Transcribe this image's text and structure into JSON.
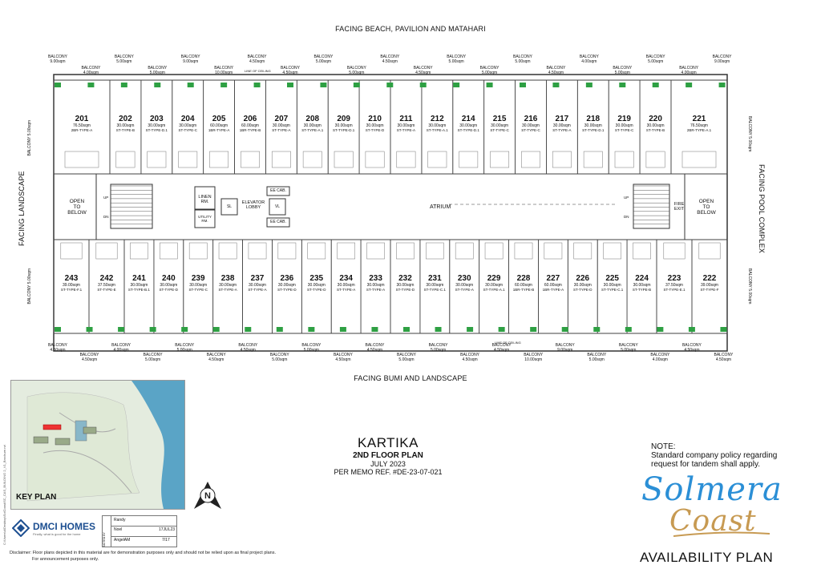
{
  "facing": {
    "top": "FACING BEACH, PAVILION AND MATAHARI",
    "bottom": "FACING BUMI AND LANDSCAPE",
    "left": "FACING LANDSCAPE",
    "right": "FACING POOL COMPLEX"
  },
  "top_units": [
    {
      "no": "201",
      "area": "76.50sqm",
      "type": "2BR-TYPE-A"
    },
    {
      "no": "202",
      "area": "30.00sqm",
      "type": "ST-TYPE-B"
    },
    {
      "no": "203",
      "area": "30.00sqm",
      "type": "ST-TYPE-D.1"
    },
    {
      "no": "204",
      "area": "30.00sqm",
      "type": "ST-TYPE-C"
    },
    {
      "no": "205",
      "area": "60.00sqm",
      "type": "1BR-TYPE-A"
    },
    {
      "no": "206",
      "area": "60.00sqm",
      "type": "1BR-TYPE-B"
    },
    {
      "no": "207",
      "area": "30.00sqm",
      "type": "ST-TYPE-A"
    },
    {
      "no": "208",
      "area": "30.00sqm",
      "type": "ST-TYPE-A.1"
    },
    {
      "no": "209",
      "area": "30.00sqm",
      "type": "ST-TYPE-D.1"
    },
    {
      "no": "210",
      "area": "30.00sqm",
      "type": "ST-TYPE-D"
    },
    {
      "no": "211",
      "area": "30.00sqm",
      "type": "ST-TYPE-A"
    },
    {
      "no": "212",
      "area": "30.00sqm",
      "type": "ST-TYPE-A.1"
    },
    {
      "no": "214",
      "area": "30.00sqm",
      "type": "ST-TYPE-D.1"
    },
    {
      "no": "215",
      "area": "30.00sqm",
      "type": "ST-TYPE-C"
    },
    {
      "no": "216",
      "area": "30.00sqm",
      "type": "ST-TYPE-C"
    },
    {
      "no": "217",
      "area": "30.00sqm",
      "type": "ST-TYPE-A"
    },
    {
      "no": "218",
      "area": "30.00sqm",
      "type": "ST-TYPE-D.1"
    },
    {
      "no": "219",
      "area": "30.00sqm",
      "type": "ST-TYPE-C"
    },
    {
      "no": "220",
      "area": "30.00sqm",
      "type": "ST-TYPE-B"
    },
    {
      "no": "221",
      "area": "76.50sqm",
      "type": "2BR-TYPE-A.1"
    }
  ],
  "bottom_units": [
    {
      "no": "243",
      "area": "39.00sqm",
      "type": "ST-TYPE-F.1"
    },
    {
      "no": "242",
      "area": "37.50sqm",
      "type": "ST-TYPE-E"
    },
    {
      "no": "241",
      "area": "30.00sqm",
      "type": "ST-TYPE-B.1"
    },
    {
      "no": "240",
      "area": "30.00sqm",
      "type": "ST-TYPE-D"
    },
    {
      "no": "239",
      "area": "30.00sqm",
      "type": "ST-TYPE-C"
    },
    {
      "no": "238",
      "area": "30.00sqm",
      "type": "ST-TYPE-A"
    },
    {
      "no": "237",
      "area": "30.00sqm",
      "type": "ST-TYPE-A"
    },
    {
      "no": "236",
      "area": "30.00sqm",
      "type": "ST-TYPE-D"
    },
    {
      "no": "235",
      "area": "30.00sqm",
      "type": "ST-TYPE-D"
    },
    {
      "no": "234",
      "area": "30.00sqm",
      "type": "ST-TYPE-A"
    },
    {
      "no": "233",
      "area": "30.00sqm",
      "type": "ST-TYPE-A"
    },
    {
      "no": "232",
      "area": "30.00sqm",
      "type": "ST-TYPE-D"
    },
    {
      "no": "231",
      "area": "30.00sqm",
      "type": "ST-TYPE-C.1"
    },
    {
      "no": "230",
      "area": "30.00sqm",
      "type": "ST-TYPE-A"
    },
    {
      "no": "229",
      "area": "30.00sqm",
      "type": "ST-TYPE-A.1"
    },
    {
      "no": "228",
      "area": "60.00sqm",
      "type": "1BR-TYPE-B"
    },
    {
      "no": "227",
      "area": "60.00sqm",
      "type": "1BR-TYPE-A"
    },
    {
      "no": "226",
      "area": "30.00sqm",
      "type": "ST-TYPE-D"
    },
    {
      "no": "225",
      "area": "30.00sqm",
      "type": "ST-TYPE-C.1"
    },
    {
      "no": "224",
      "area": "30.00sqm",
      "type": "ST-TYPE-B"
    },
    {
      "no": "223",
      "area": "37.50sqm",
      "type": "ST-TYPE-E.1"
    },
    {
      "no": "222",
      "area": "39.00sqm",
      "type": "ST-TYPE-F"
    }
  ],
  "top_balconies": [
    {
      "label": "BALCONY",
      "area": "9.00sqm"
    },
    {
      "label": "BALCONY",
      "area": "4.00sqm"
    },
    {
      "label": "BALCONY",
      "area": "5.00sqm"
    },
    {
      "label": "BALCONY",
      "area": "5.00sqm"
    },
    {
      "label": "BALCONY",
      "area": "9.00sqm"
    },
    {
      "label": "BALCONY",
      "area": "10.00sqm"
    },
    {
      "label": "BALCONY",
      "area": "4.50sqm"
    },
    {
      "label": "BALCONY",
      "area": "4.50sqm"
    },
    {
      "label": "BALCONY",
      "area": "5.00sqm"
    },
    {
      "label": "BALCONY",
      "area": "5.00sqm"
    },
    {
      "label": "BALCONY",
      "area": "4.50sqm"
    },
    {
      "label": "BALCONY",
      "area": "4.50sqm"
    },
    {
      "label": "BALCONY",
      "area": "5.00sqm"
    },
    {
      "label": "BALCONY",
      "area": "5.00sqm"
    },
    {
      "label": "BALCONY",
      "area": "5.00sqm"
    },
    {
      "label": "BALCONY",
      "area": "4.50sqm"
    },
    {
      "label": "BALCONY",
      "area": "4.00sqm"
    },
    {
      "label": "BALCONY",
      "area": "5.00sqm"
    },
    {
      "label": "BALCONY",
      "area": "5.00sqm"
    },
    {
      "label": "BALCONY",
      "area": "4.00sqm"
    },
    {
      "label": "BALCONY",
      "area": "9.00sqm"
    }
  ],
  "bottom_balconies": [
    {
      "label": "BALCONY",
      "area": "4.50sqm"
    },
    {
      "label": "BALCONY",
      "area": "4.50sqm"
    },
    {
      "label": "BALCONY",
      "area": "4.00sqm"
    },
    {
      "label": "BALCONY",
      "area": "5.00sqm"
    },
    {
      "label": "BALCONY",
      "area": "5.00sqm"
    },
    {
      "label": "BALCONY",
      "area": "4.50sqm"
    },
    {
      "label": "BALCONY",
      "area": "4.50sqm"
    },
    {
      "label": "BALCONY",
      "area": "5.00sqm"
    },
    {
      "label": "BALCONY",
      "area": "5.00sqm"
    },
    {
      "label": "BALCONY",
      "area": "4.50sqm"
    },
    {
      "label": "BALCONY",
      "area": "4.50sqm"
    },
    {
      "label": "BALCONY",
      "area": "5.00sqm"
    },
    {
      "label": "BALCONY",
      "area": "5.00sqm"
    },
    {
      "label": "BALCONY",
      "area": "4.50sqm"
    },
    {
      "label": "BALCONY",
      "area": "4.50sqm"
    },
    {
      "label": "BALCONY",
      "area": "10.00sqm"
    },
    {
      "label": "BALCONY",
      "area": "9.00sqm"
    },
    {
      "label": "BALCONY",
      "area": "5.00sqm"
    },
    {
      "label": "BALCONY",
      "area": "5.00sqm"
    },
    {
      "label": "BALCONY",
      "area": "4.00sqm"
    },
    {
      "label": "BALCONY",
      "area": "4.50sqm"
    },
    {
      "label": "BALCONY",
      "area": "4.50sqm"
    }
  ],
  "side_balconies": {
    "left_top": {
      "label": "BALCONY",
      "area": "5.00sqm"
    },
    "left_bottom": {
      "label": "BALCONY",
      "area": "5.00sqm"
    },
    "right_top": {
      "label": "BALCONY",
      "area": "5.00sqm"
    },
    "right_bottom": {
      "label": "BALCONY",
      "area": "5.00sqm"
    }
  },
  "core": {
    "atrium": "ATRIUM",
    "open_left": [
      "OPEN",
      "TO",
      "BELOW"
    ],
    "open_right": [
      "OPEN",
      "TO",
      "BELOW"
    ],
    "linen": [
      "LINEN",
      "RM."
    ],
    "util": [
      "UTILITY",
      "RM."
    ],
    "elevator": [
      "ELEVATOR",
      "LOBBY"
    ],
    "ee_cab": "EE CAB.",
    "sl": "SL",
    "vl": "VL",
    "fire_exit": [
      "FIRE",
      "EXIT"
    ],
    "up": "UP",
    "dn": "DN",
    "line_of_ceiling": "LINE OF CEILING"
  },
  "title": {
    "name": "KARTIKA",
    "plan": "2ND FLOOR PLAN",
    "date": "JULY 2023",
    "memo": "PER MEMO REF. #DE-23-07-021"
  },
  "key_plan": "KEY PLAN",
  "note": {
    "heading": "NOTE:",
    "lines": [
      "Standard company policy regarding",
      "request for tandem shall apply."
    ]
  },
  "brand": {
    "line1": "Solmera",
    "line2": "Coast"
  },
  "availability": "AVAILABILITY PLAN",
  "dmci": {
    "name": "DMCI HOMES",
    "tagline": "Finally, what is good for the home"
  },
  "signoff": {
    "noted_by": "NOTED BY",
    "names": [
      "Randy",
      "Noel",
      "AngelAM"
    ],
    "dates": [
      "17JUL23",
      "7/17"
    ]
  },
  "disclaimer": [
    "Disclaimer: Floor plans depicted in this material are for demonstration purposes only and should not be relied upon as final project plans.",
    "For announcement purposes only."
  ],
  "file_path": "C:\\Users\\d\\Desktop\\SolCoast\\SC_CAS_BUILDING 2_V1_Brochure.rvt",
  "colors": {
    "line": "#333333",
    "green": "#2ea043",
    "map_green": "#e2ebdc",
    "sea": "#5aa4c6",
    "accent_blue": "#2b8fd6",
    "accent_gold": "#c79a52",
    "dmci_blue": "#1d4f91"
  }
}
